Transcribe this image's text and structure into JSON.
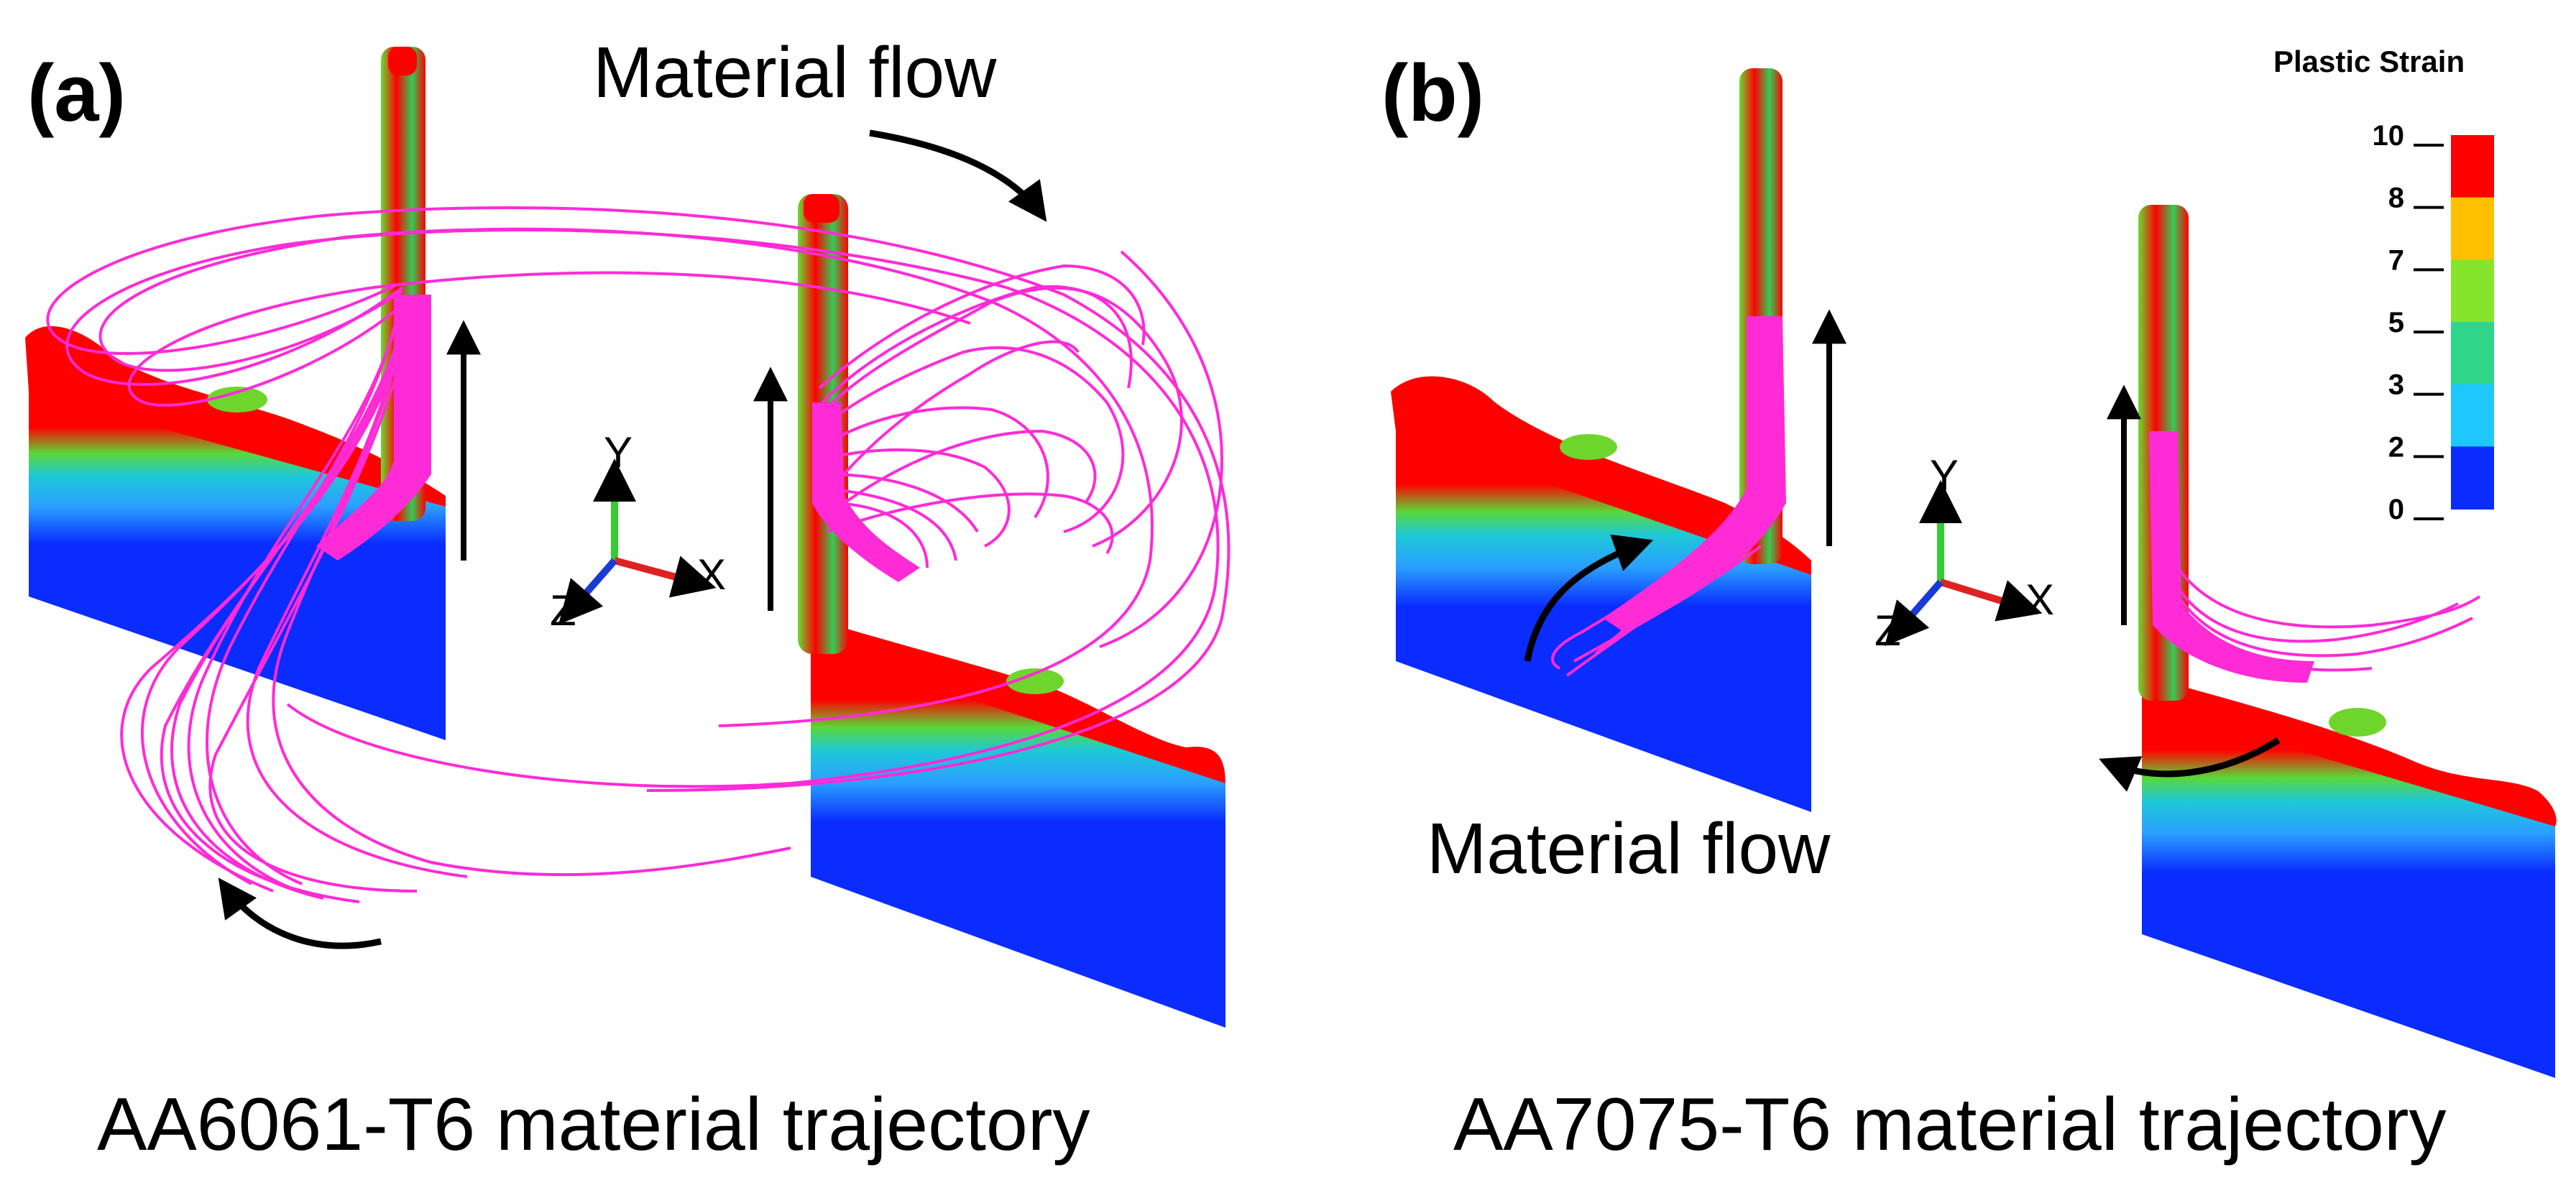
{
  "panels": [
    {
      "label": "(a)",
      "flow_text": "Material flow",
      "caption": "AA6061-T6 material trajectory",
      "axes": {
        "y": "Y",
        "x": "X",
        "z": "Z"
      }
    },
    {
      "label": "(b)",
      "flow_text": "Material flow",
      "caption": "AA7075-T6 material trajectory",
      "axes": {
        "y": "Y",
        "x": "X",
        "z": "Z"
      }
    }
  ],
  "legend": {
    "title": "Plastic Strain",
    "ticks": [
      "10",
      "8",
      "7",
      "5",
      "3",
      "2",
      "0"
    ],
    "colors": [
      "#ff0000",
      "#ffc000",
      "#84e52a",
      "#2fd68a",
      "#1ec8ff",
      "#0a2cff"
    ]
  },
  "colors": {
    "trajectory": "#ff2bd6",
    "low_strain": "#0a2cff",
    "high_strain": "#ff0000",
    "mid_strain": "#66dd33",
    "axis_y": "#33cc33",
    "axis_x": "#dd2222",
    "axis_z": "#1a3ad6"
  }
}
